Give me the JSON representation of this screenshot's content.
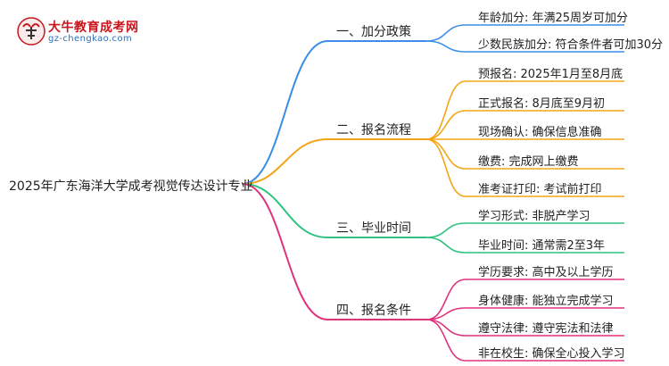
{
  "logo": {
    "title": "大牛教育成考网",
    "url": "gz-chengkao.com"
  },
  "root": "2025年广东海洋大学成考视觉传达设计专业",
  "branches": [
    {
      "label": "一、加分政策",
      "color": "#3a8ee6",
      "leaves": [
        "年龄加分: 年满25周岁可加分",
        "少数民族加分: 符合条件者可加30分"
      ]
    },
    {
      "label": "二、报名流程",
      "color": "#f2a516",
      "leaves": [
        "预报名: 2025年1月至8月底",
        "正式报名: 8月底至9月初",
        "现场确认: 确保信息准确",
        "缴费: 完成网上缴费",
        "准考证打印: 考试前打印"
      ]
    },
    {
      "label": "三、毕业时间",
      "color": "#2ec27e",
      "leaves": [
        "学习形式: 非脱产学习",
        "毕业时间: 通常需2至3年"
      ]
    },
    {
      "label": "四、报名条件",
      "color": "#e0337d",
      "leaves": [
        "学历要求: 高中及以上学历",
        "身体健康: 能独立完成学习",
        "遵守法律: 遵守宪法和法律",
        "非在校生: 确保全心投入学习"
      ]
    }
  ]
}
